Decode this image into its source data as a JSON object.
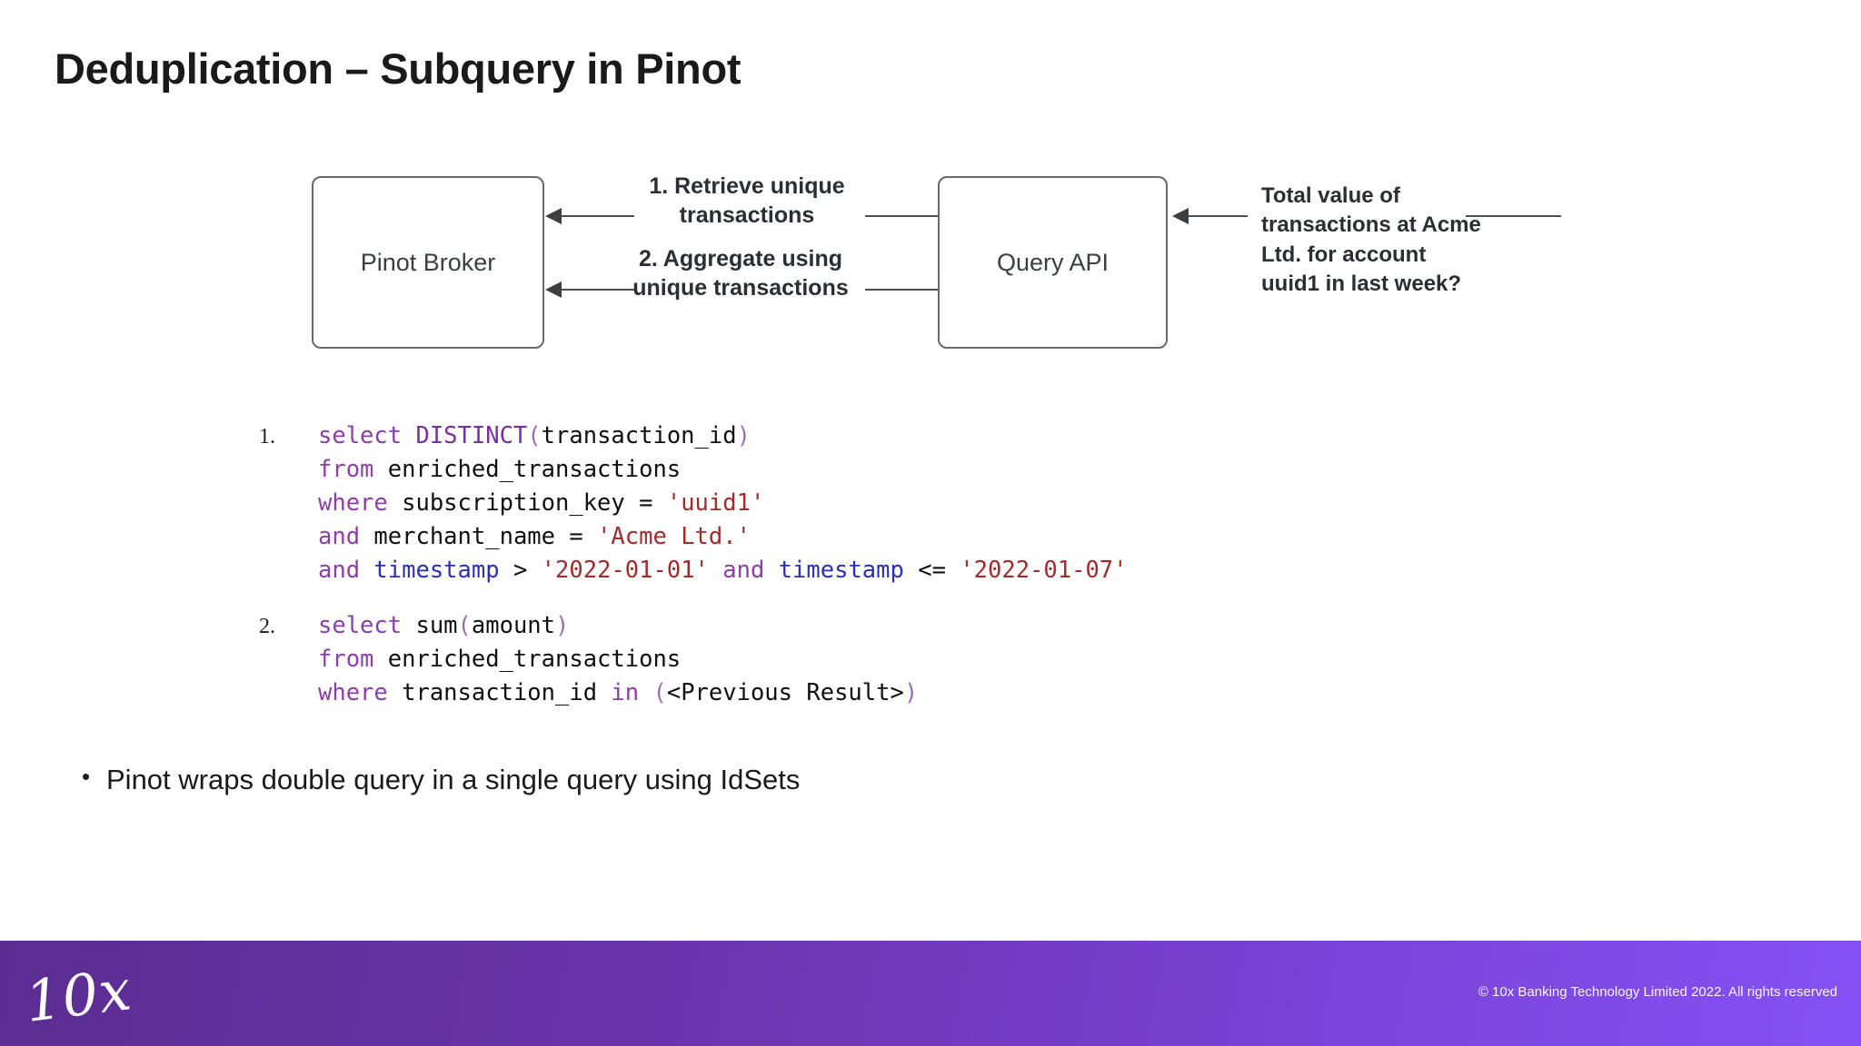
{
  "slide": {
    "title": "Deduplication – Subquery in Pinot"
  },
  "diagram": {
    "nodes": [
      {
        "id": "pinot-broker",
        "label": "Pinot Broker"
      },
      {
        "id": "query-api",
        "label": "Query API"
      }
    ],
    "flows": [
      {
        "id": "flow-1",
        "label": "1. Retrieve unique transactions"
      },
      {
        "id": "flow-2",
        "label": "2. Aggregate using unique transactions"
      }
    ],
    "question": "Total value of transactions at Acme Ltd. for account uuid1 in last week?"
  },
  "code": {
    "blocks": [
      {
        "number": "1.",
        "lines": [
          [
            {
              "t": "select ",
              "c": "kw"
            },
            {
              "t": "DISTINCT",
              "c": "fn"
            },
            {
              "t": "(",
              "c": "punc"
            },
            {
              "t": "transaction_id",
              "c": "id"
            },
            {
              "t": ")",
              "c": "punc"
            }
          ],
          [
            {
              "t": "from ",
              "c": "kw"
            },
            {
              "t": "enriched_transactions",
              "c": "id"
            }
          ],
          [
            {
              "t": "where ",
              "c": "kw"
            },
            {
              "t": "subscription_key ",
              "c": "id"
            },
            {
              "t": "= ",
              "c": "op"
            },
            {
              "t": "'uuid1'",
              "c": "str"
            }
          ],
          [
            {
              "t": "and ",
              "c": "kw"
            },
            {
              "t": "merchant_name ",
              "c": "id"
            },
            {
              "t": "= ",
              "c": "op"
            },
            {
              "t": "'Acme Ltd.'",
              "c": "str"
            }
          ],
          [
            {
              "t": "and ",
              "c": "kw"
            },
            {
              "t": "timestamp ",
              "c": "col"
            },
            {
              "t": "> ",
              "c": "op"
            },
            {
              "t": "'2022-01-01' ",
              "c": "str"
            },
            {
              "t": "and ",
              "c": "kw"
            },
            {
              "t": "timestamp ",
              "c": "col"
            },
            {
              "t": "<= ",
              "c": "op"
            },
            {
              "t": "'2022-01-07'",
              "c": "str"
            }
          ]
        ]
      },
      {
        "number": "2.",
        "lines": [
          [
            {
              "t": "select ",
              "c": "kw"
            },
            {
              "t": "sum",
              "c": "id"
            },
            {
              "t": "(",
              "c": "punc"
            },
            {
              "t": "amount",
              "c": "id"
            },
            {
              "t": ")",
              "c": "punc"
            }
          ],
          [
            {
              "t": "from ",
              "c": "kw"
            },
            {
              "t": "enriched_transactions",
              "c": "id"
            }
          ],
          [
            {
              "t": "where ",
              "c": "kw"
            },
            {
              "t": "transaction_id ",
              "c": "id"
            },
            {
              "t": "in ",
              "c": "kw"
            },
            {
              "t": "(",
              "c": "punc"
            },
            {
              "t": "<Previous Result>",
              "c": "id"
            },
            {
              "t": ")",
              "c": "punc"
            }
          ]
        ]
      }
    ]
  },
  "bullets": [
    {
      "marker": "•",
      "text": "Pinot wraps double query in a single query using IdSets"
    }
  ],
  "footer": {
    "logo": "10x",
    "copyright": "© 10x Banking Technology Limited 2022. All rights reserved"
  },
  "colors": {
    "brand_purple_start": "#5b2d91",
    "brand_purple_end": "#8451f5",
    "keyword": "#8b3fa8",
    "string": "#a02c2c",
    "column": "#2b2fb5",
    "identifier": "#101010"
  }
}
